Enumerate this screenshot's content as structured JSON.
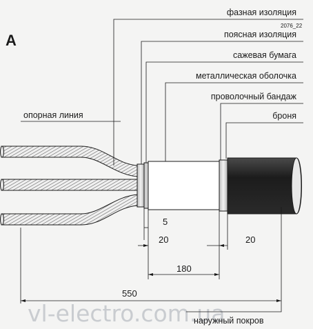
{
  "figure": {
    "letter": "A",
    "code": "2076_22",
    "watermark": "vl-electro.com.ua"
  },
  "labels": {
    "phase_insulation": "фазная изоляция",
    "belt_insulation": "поясная изоляция",
    "carbon_paper": "сажевая бумага",
    "metal_sheath": "металлическая оболочка",
    "wire_bandage": "проволочный бандаж",
    "armor": "броня",
    "support_line": "опорная линия",
    "outer_cover": "наружный покров"
  },
  "dimensions": {
    "d5": "5",
    "d20_left": "20",
    "d20_right": "20",
    "d180": "180",
    "d550": "550"
  },
  "colors": {
    "line": "#1a1a1a",
    "armor": "#262626",
    "conductor_fill": "#eeeeee",
    "watermark": "#c9ccd0"
  }
}
